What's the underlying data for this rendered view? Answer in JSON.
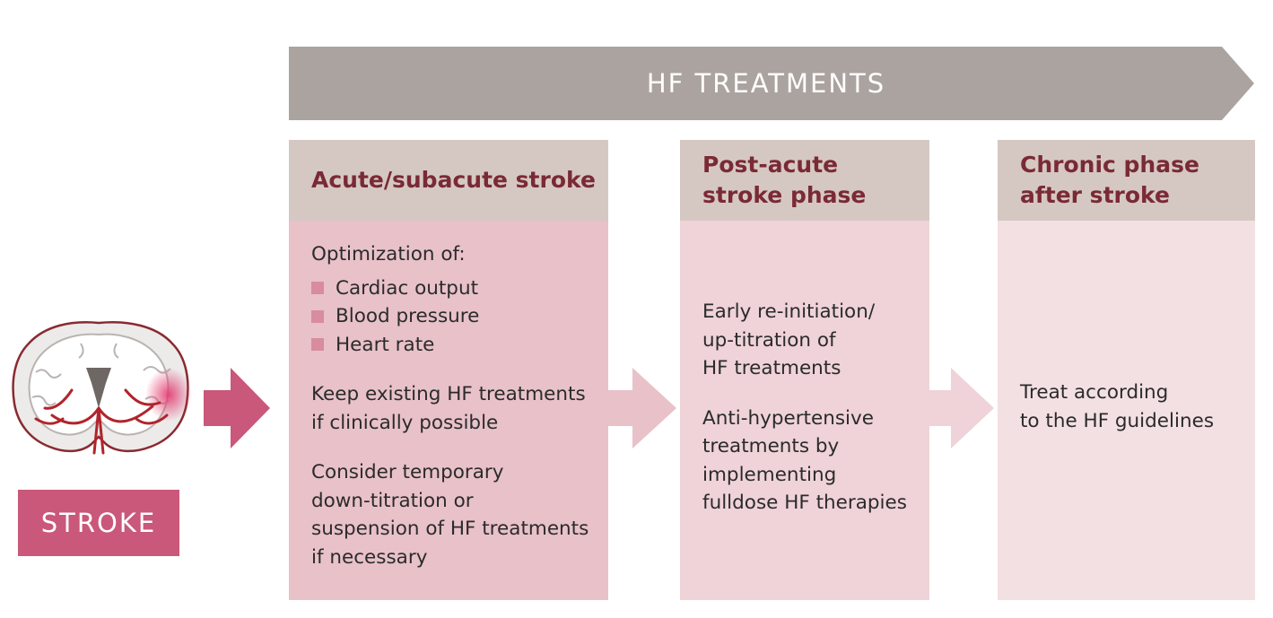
{
  "banner": {
    "title": "HF TREATMENTS"
  },
  "stroke": {
    "label": "STROKE"
  },
  "colors": {
    "banner": "#aba39f",
    "header_bg": "#d5c8c3",
    "header_text": "#7a2a35",
    "body_acute": "#e8c1c9",
    "body_post": "#efd3d8",
    "body_chronic": "#f3e0e3",
    "stroke_box": "#c9587a",
    "bullet": "#d88c9d"
  },
  "columns": [
    {
      "title_lines": [
        "Acute/subacute stroke"
      ],
      "intro": "Optimization of:",
      "bullets": [
        "Cardiac output",
        "Blood pressure",
        "Heart rate"
      ],
      "paragraphs": [
        [
          "Keep existing HF treatments",
          "if clinically possible"
        ],
        [
          "Consider temporary",
          "down-titration or",
          "suspension of HF treatments",
          "if necessary"
        ]
      ]
    },
    {
      "title_lines": [
        "Post-acute",
        "stroke phase"
      ],
      "paragraphs": [
        [
          "Early re-initiation/",
          "up-titration of",
          "HF treatments"
        ],
        [
          "Anti-hypertensive",
          "treatments by",
          "implementing",
          "fulldose HF therapies"
        ]
      ]
    },
    {
      "title_lines": [
        "Chronic phase",
        "after stroke"
      ],
      "paragraphs": [
        [
          "Treat according",
          "to the HF guidelines"
        ]
      ]
    }
  ]
}
